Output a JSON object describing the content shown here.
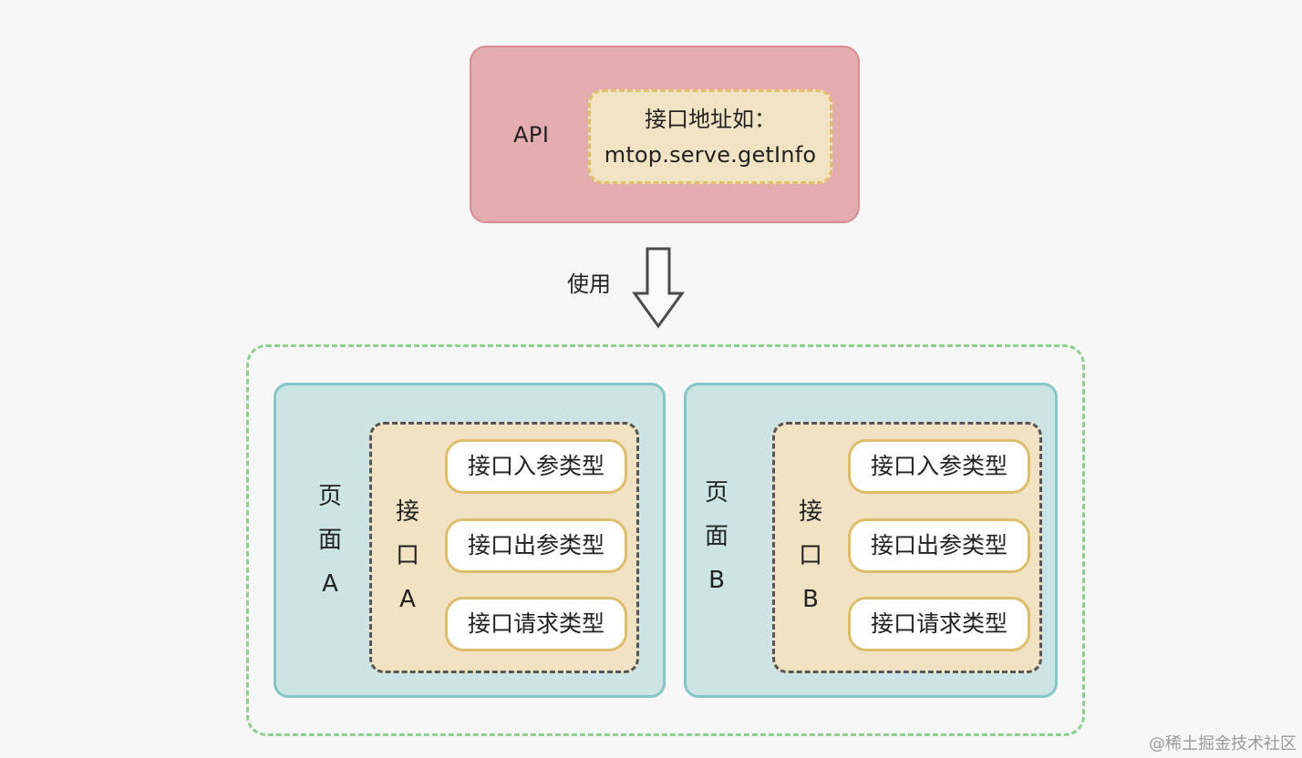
{
  "api": {
    "label": "API",
    "address_line1": "接口地址如：",
    "address_line2": "mtop.serve.getInfo"
  },
  "arrow": {
    "label": "使用"
  },
  "pages": [
    {
      "line1": "页",
      "line2": "面",
      "line3": "A",
      "interface": {
        "line1": "接",
        "line2": "口",
        "line3": "A",
        "items": [
          "接口入参类型",
          "接口出参类型",
          "接口请求类型"
        ]
      }
    },
    {
      "line1": "页",
      "line2": "面",
      "line3": "B",
      "interface": {
        "line1": "接",
        "line2": "口",
        "line3": "B",
        "items": [
          "接口入参类型",
          "接口出参类型",
          "接口请求类型"
        ]
      }
    }
  ],
  "watermark": "@稀土掘金技术社区",
  "colors": {
    "api_fill": "#e3adaf",
    "api_border": "#d98c8f",
    "address_fill": "#f2e3c4",
    "address_border": "#e2c06b",
    "page_fill": "#cce5e4",
    "page_border": "#86c6c6",
    "interface_fill": "#f0e2c3",
    "group_border": "#8fcf8f"
  }
}
